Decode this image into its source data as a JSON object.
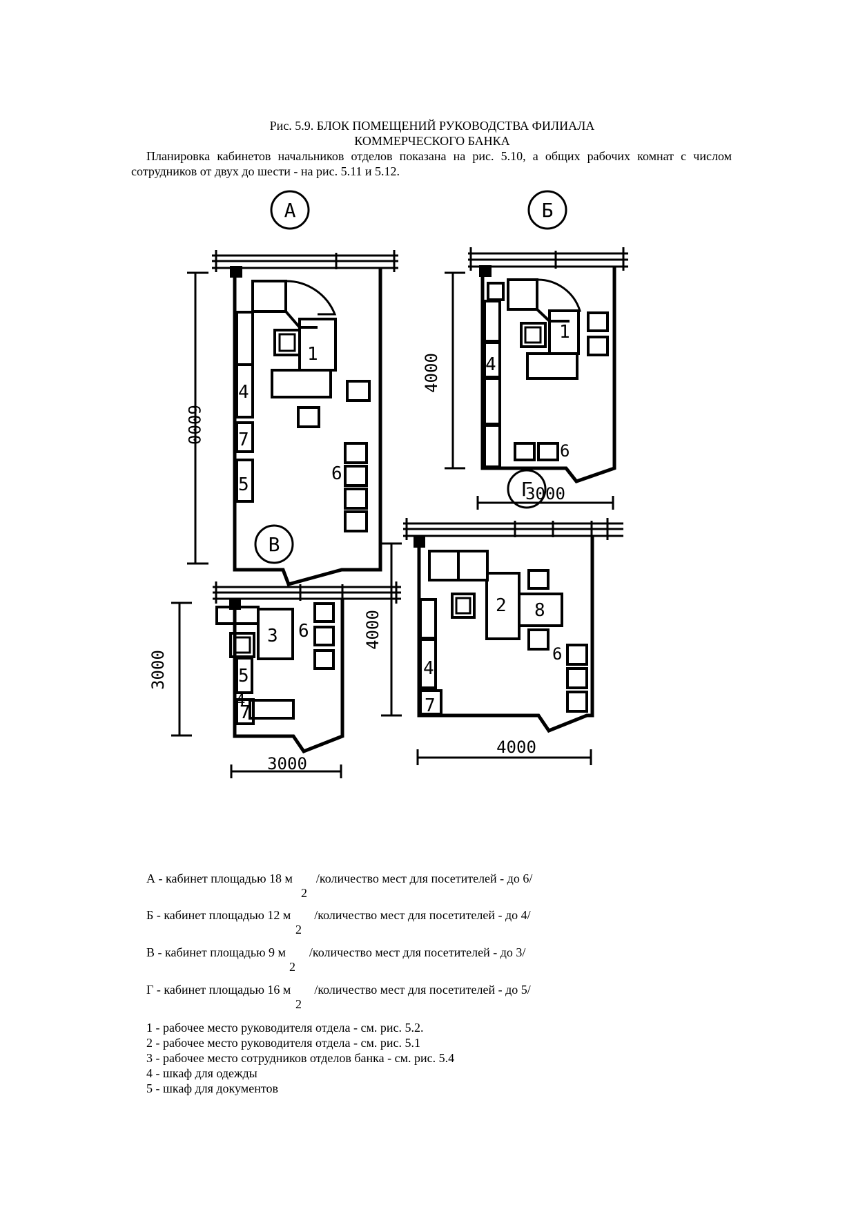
{
  "caption": {
    "line1": "Рис. 5.9. БЛОК ПОМЕЩЕНИЙ РУКОВОДСТВА ФИЛИАЛА",
    "line2": "КОММЕРЧЕСКОГО БАНКА"
  },
  "paragraph": "Планировка кабинетов начальников отделов показана на рис. 5.10, а общих рабочих комнат с числом сотрудников от двух до шести - на рис. 5.11 и 5.12.",
  "plans": {
    "A": {
      "label": "А",
      "dim_vertical": "6000",
      "item_labels": [
        "1",
        "4",
        "7",
        "5",
        "6"
      ]
    },
    "B": {
      "label": "Б",
      "dim_vertical": "4000",
      "dim_horizontal": "3000",
      "item_labels": [
        "1",
        "4",
        "6"
      ]
    },
    "V": {
      "label": "В",
      "dim_vertical": "3000",
      "dim_horizontal": "3000",
      "item_labels": [
        "3",
        "6",
        "5",
        "7",
        "4"
      ]
    },
    "G": {
      "label": "Г",
      "dim_vertical": "4000",
      "dim_horizontal": "4000",
      "item_labels": [
        "2",
        "8",
        "6",
        "4",
        "7"
      ]
    }
  },
  "legend_areas": [
    {
      "prefix": "А -  кабинет площадью 18 м",
      "sup": "2",
      "suffix": "/количество мест для посетителей - до 6/"
    },
    {
      "prefix": "Б - кабинет площадью 12 м",
      "sup": "2",
      "suffix": "/количество мест для посетителей - до 4/"
    },
    {
      "prefix": "В - кабинет площадью 9 м",
      "sup": "2",
      "suffix": "/количество мест для посетителей - до 3/"
    },
    {
      "prefix": "Г - кабинет площадью 16 м",
      "sup": "2",
      "suffix": "/количество мест для посетителей - до 5/"
    }
  ],
  "legend_items": [
    "1 - рабочее место руководителя отдела - см. рис. 5.2.",
    "2 - рабочее место руководителя отдела - см. рис. 5.1",
    "3 - рабочее место сотрудников отделов банка - см. рис. 5.4",
    "4 - шкаф для одежды",
    "5 - шкаф для документов"
  ]
}
